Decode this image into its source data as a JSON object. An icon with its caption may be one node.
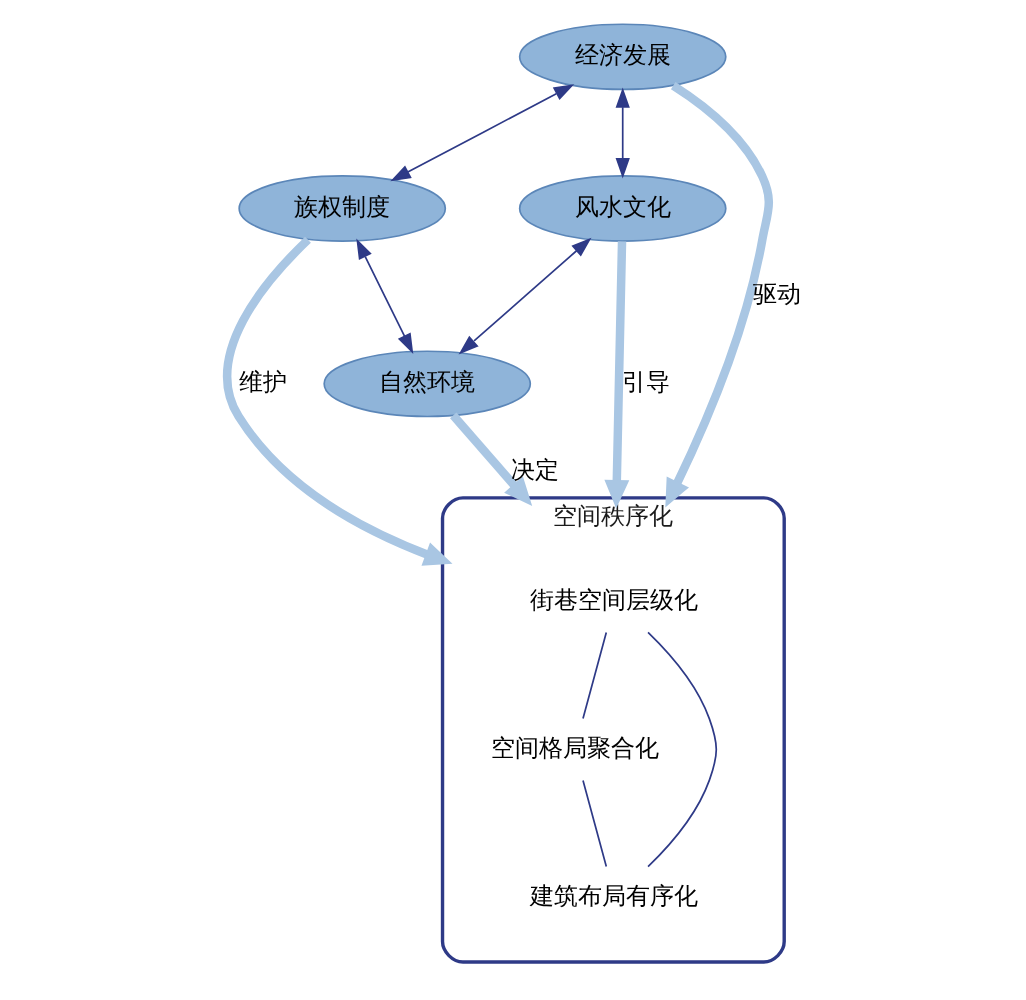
{
  "diagram": {
    "nodes": [
      {
        "text": [
          "经济发展"
        ]
      },
      {
        "text": [
          "族权制度"
        ]
      },
      {
        "text": [
          "风水文化"
        ]
      },
      {
        "text": [
          "空间秩序化"
        ]
      },
      {
        "text": [
          "街巷空间层级化"
        ],
        "in": 3
      },
      {
        "text": [
          "空间格局聚合化"
        ],
        "in": 3
      },
      {
        "text": [
          "建筑布局有序化"
        ],
        "in": 3
      },
      {
        "text": [
          "自然环境"
        ]
      }
    ],
    "edges": [
      {
        "from": 0,
        "to": 3,
        "arrow": "to",
        "label": "驱动",
        "style": "thick",
        "color": "#a9c6e3"
      },
      {
        "from": 1,
        "to": 3,
        "arrow": "to",
        "label": "维护",
        "style": "thick",
        "color": "#a9c6e3"
      },
      {
        "from": 2,
        "to": 3,
        "arrow": "to",
        "label": "引导",
        "style": "thick",
        "color": "#a9c6e3"
      },
      {
        "from": 7,
        "to": 3,
        "arrow": "to",
        "label": "决定",
        "style": "thick",
        "color": "#a9c6e3"
      },
      {
        "from": 0,
        "to": 1,
        "arrow": "both"
      },
      {
        "from": 0,
        "to": 2,
        "arrow": "both"
      },
      {
        "from": 1,
        "to": 7,
        "arrow": "both"
      },
      {
        "from": 2,
        "to": 7,
        "arrow": "both"
      },
      {
        "from": 4,
        "to": 5,
        "arrow": "none"
      },
      {
        "from": 4,
        "to": 6,
        "arrow": "none"
      },
      {
        "from": 5,
        "to": 6,
        "arrow": "none"
      }
    ]
  }
}
